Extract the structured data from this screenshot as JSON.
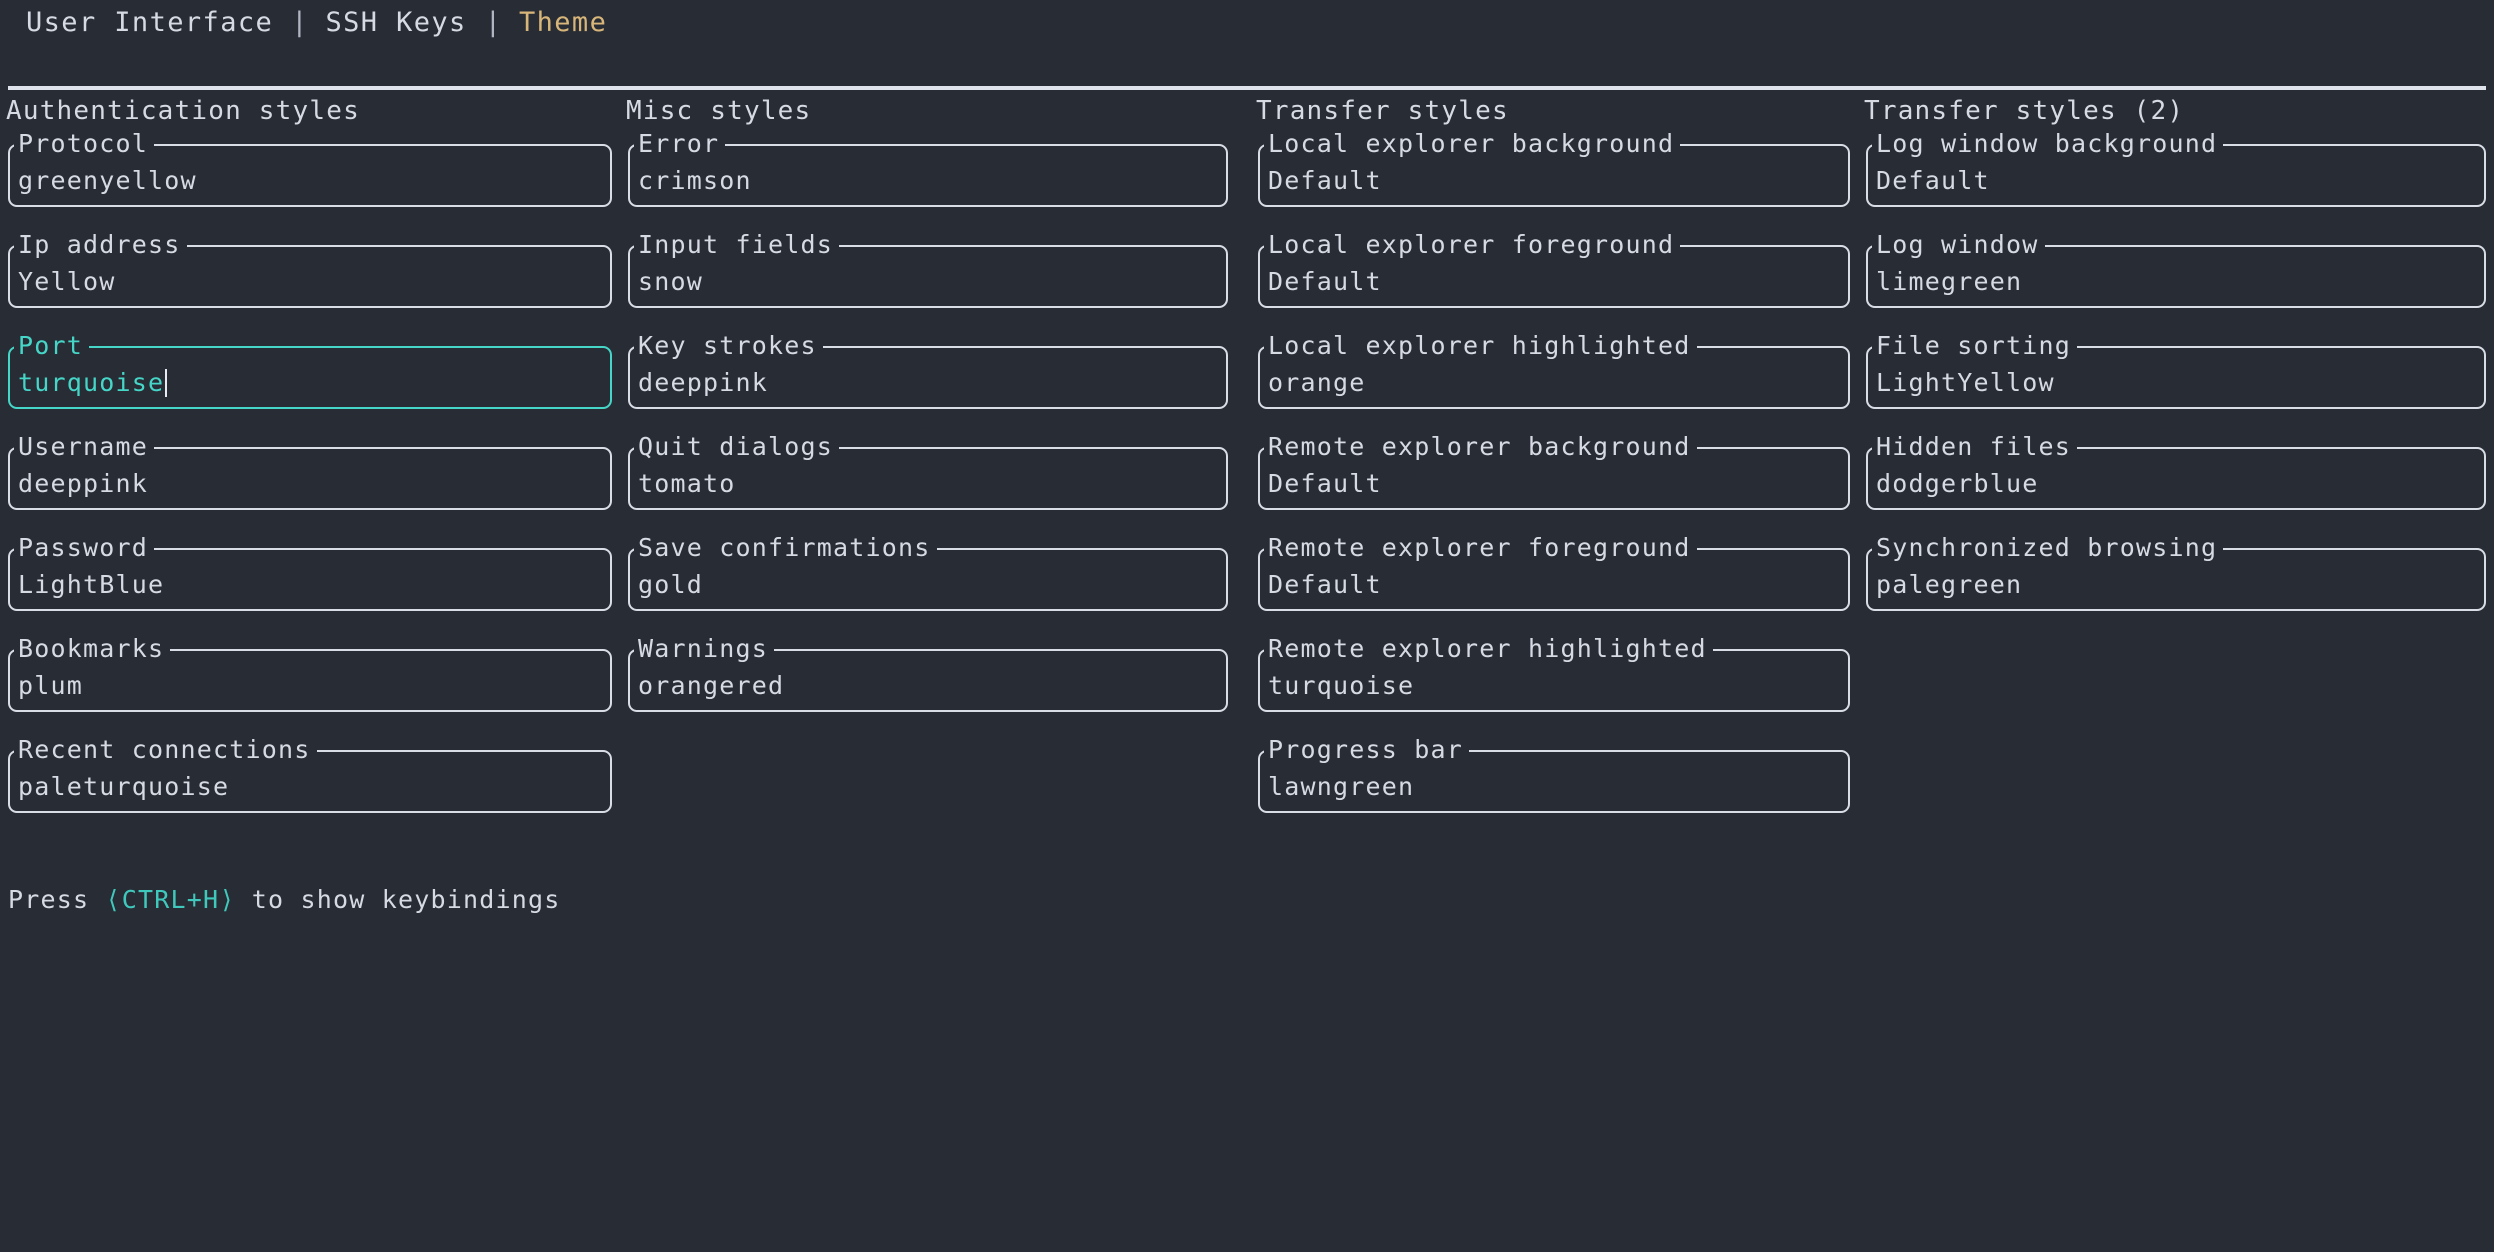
{
  "tabs": [
    {
      "label": "User Interface",
      "active": false
    },
    {
      "label": "SSH Keys",
      "active": false
    },
    {
      "label": "Theme",
      "active": true
    }
  ],
  "tab_separator": "|",
  "colors": {
    "background": "#282c35",
    "foreground": "#d6dae3",
    "border": "#d8dde6",
    "accent_focus": "#45d6c8",
    "tab_active": "#d8b67a",
    "hint_key": "#3fc9bd"
  },
  "columns": [
    {
      "title": "Authentication styles",
      "fields": [
        {
          "label": "Protocol",
          "value": "greenyellow",
          "focused": false
        },
        {
          "label": "Ip address",
          "value": "Yellow",
          "focused": false
        },
        {
          "label": "Port",
          "value": "turquoise",
          "focused": true
        },
        {
          "label": "Username",
          "value": "deeppink",
          "focused": false
        },
        {
          "label": "Password",
          "value": "LightBlue",
          "focused": false
        },
        {
          "label": "Bookmarks",
          "value": "plum",
          "focused": false
        },
        {
          "label": "Recent connections",
          "value": "paleturquoise",
          "focused": false
        }
      ]
    },
    {
      "title": "Misc styles",
      "fields": [
        {
          "label": "Error",
          "value": "crimson",
          "focused": false
        },
        {
          "label": "Input fields",
          "value": "snow",
          "focused": false
        },
        {
          "label": "Key strokes",
          "value": "deeppink",
          "focused": false
        },
        {
          "label": "Quit dialogs",
          "value": "tomato",
          "focused": false
        },
        {
          "label": "Save confirmations",
          "value": "gold",
          "focused": false
        },
        {
          "label": "Warnings",
          "value": "orangered",
          "focused": false
        }
      ]
    },
    {
      "title": "Transfer styles",
      "fields": [
        {
          "label": "Local explorer background",
          "value": "Default",
          "focused": false
        },
        {
          "label": "Local explorer foreground",
          "value": "Default",
          "focused": false
        },
        {
          "label": "Local explorer highlighted",
          "value": "orange",
          "focused": false
        },
        {
          "label": "Remote explorer background",
          "value": "Default",
          "focused": false
        },
        {
          "label": "Remote explorer foreground",
          "value": "Default",
          "focused": false
        },
        {
          "label": "Remote explorer highlighted",
          "value": "turquoise",
          "focused": false
        },
        {
          "label": "Progress bar",
          "value": "lawngreen",
          "focused": false
        }
      ]
    },
    {
      "title": "Transfer styles (2)",
      "fields": [
        {
          "label": "Log window background",
          "value": "Default",
          "focused": false
        },
        {
          "label": "Log window",
          "value": "limegreen",
          "focused": false
        },
        {
          "label": "File sorting",
          "value": "LightYellow",
          "focused": false
        },
        {
          "label": "Hidden files",
          "value": "dodgerblue",
          "focused": false
        },
        {
          "label": "Synchronized browsing",
          "value": "palegreen",
          "focused": false
        }
      ]
    }
  ],
  "hint": {
    "prefix": "Press ",
    "key": "⟨CTRL+H⟩",
    "suffix": " to show keybindings"
  }
}
